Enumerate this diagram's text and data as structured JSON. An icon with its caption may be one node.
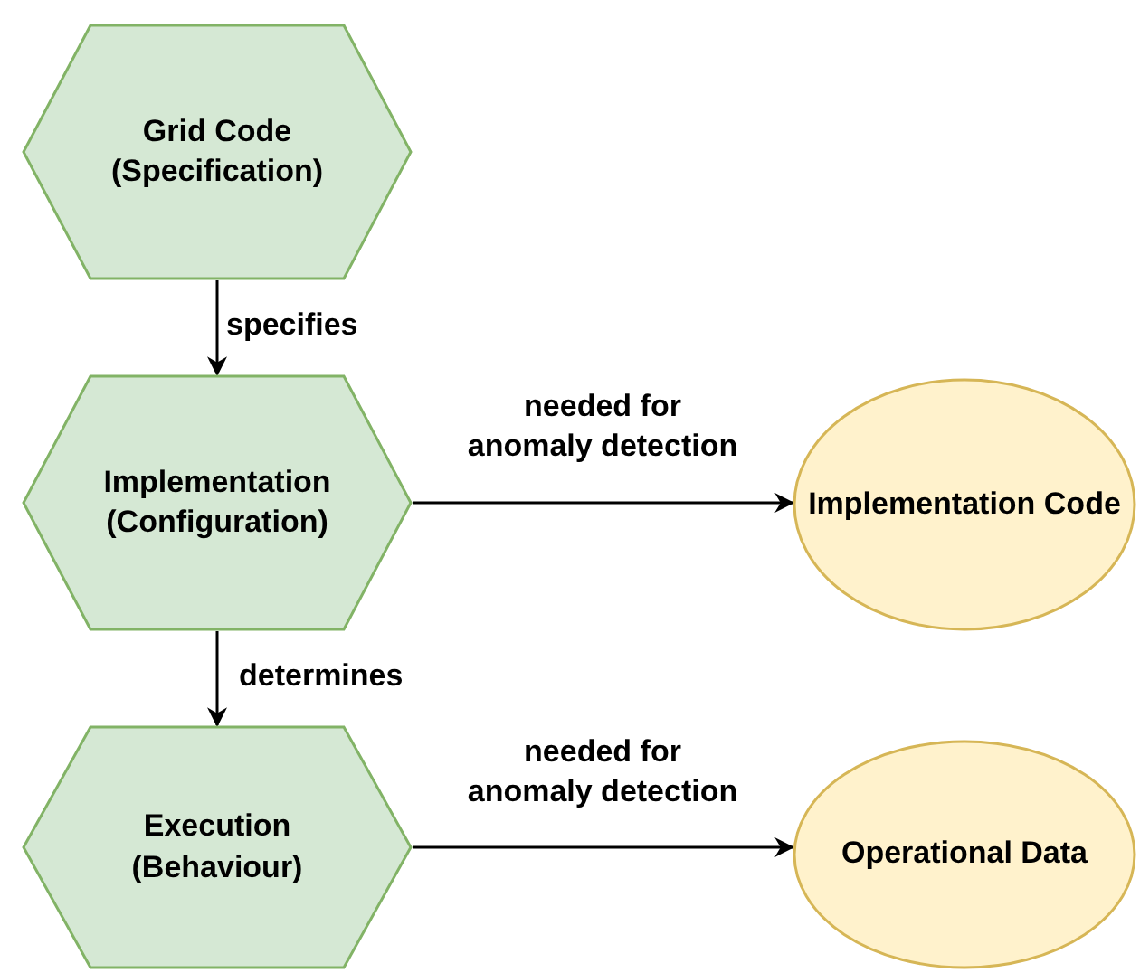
{
  "diagram": {
    "nodes": [
      {
        "text": [
          "Grid Code (Specification)"
        ]
      },
      {
        "text": [
          "Implementation (Configuration)"
        ]
      },
      {
        "text": [
          "Execution (Behaviour)"
        ]
      },
      {
        "text": [
          "Implementation Code"
        ]
      },
      {
        "text": [
          "Operational Data"
        ]
      }
    ],
    "edges": [
      {
        "from": 0,
        "to": 1,
        "arrow": "to",
        "label": "specifies"
      },
      {
        "from": 1,
        "to": 3,
        "arrow": "to",
        "label": "needed for anomaly detection"
      },
      {
        "from": 1,
        "to": 2,
        "arrow": "to",
        "label": "determines"
      },
      {
        "from": 2,
        "to": 4,
        "arrow": "to",
        "label": "needed for anomaly detection"
      }
    ]
  }
}
